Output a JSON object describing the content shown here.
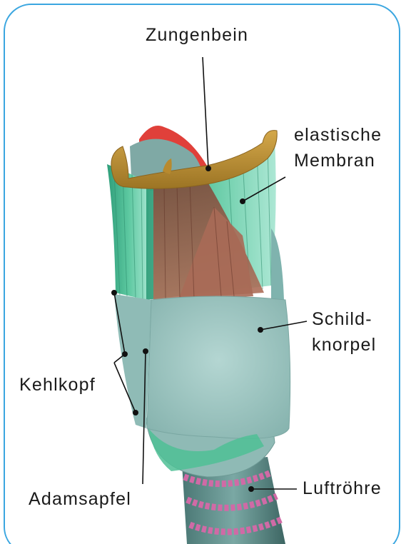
{
  "diagram": {
    "frame_color": "#3aa6e0",
    "labels": {
      "zungenbein": "Zungenbein",
      "elastische_line1": "elastische",
      "elastische_line2": "Membran",
      "schild_line1": "Schild-",
      "schild_line2": "knorpel",
      "kehlkopf": "Kehlkopf",
      "adamsapfel": "Adamsapfel",
      "luftroehre": "Luftröhre"
    },
    "colors": {
      "hyoid": "#b88a2e",
      "epiglottis_tip": "#e0403a",
      "membrane": "#4fbf95",
      "muscle": "#9b5e4a",
      "cartilage": "#9cc4c0",
      "trachea": "#5f8f8c",
      "trachea_rings": "#d06aa6",
      "leader_line": "#111111"
    }
  }
}
